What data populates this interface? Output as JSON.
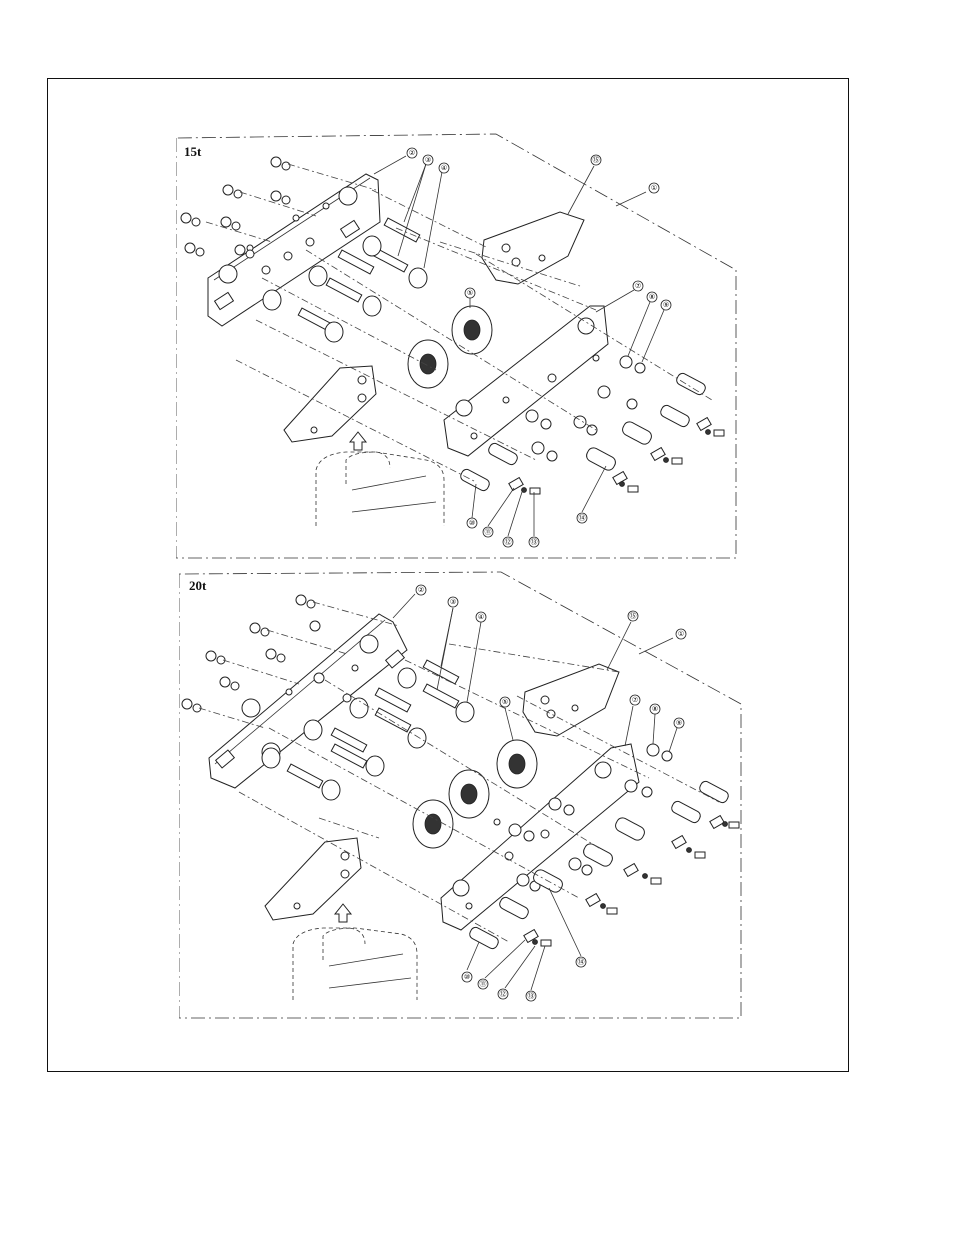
{
  "panels": [
    {
      "label": "15t"
    },
    {
      "label": "20t"
    }
  ],
  "callouts": [
    "①",
    "②",
    "③",
    "④",
    "⑤",
    "⑦",
    "⑧",
    "⑨",
    "⑩",
    "⑪",
    "⑫",
    "⑬",
    "⑭",
    "⑮"
  ]
}
